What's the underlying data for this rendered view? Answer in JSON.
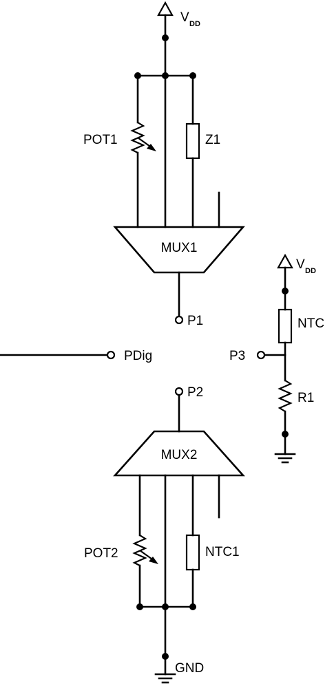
{
  "labels": {
    "vdd_top": "V",
    "vdd_top_sub": "DD",
    "pot1": "POT1",
    "z1": "Z1",
    "mux1": "MUX1",
    "p1": "P1",
    "pdig": "PDig",
    "p2": "P2",
    "mux2": "MUX2",
    "pot2": "POT2",
    "ntc1": "NTC1",
    "gnd": "GND",
    "vdd_right": "V",
    "vdd_right_sub": "DD",
    "ntc": "NTC",
    "p3": "P3",
    "r1": "R1"
  }
}
